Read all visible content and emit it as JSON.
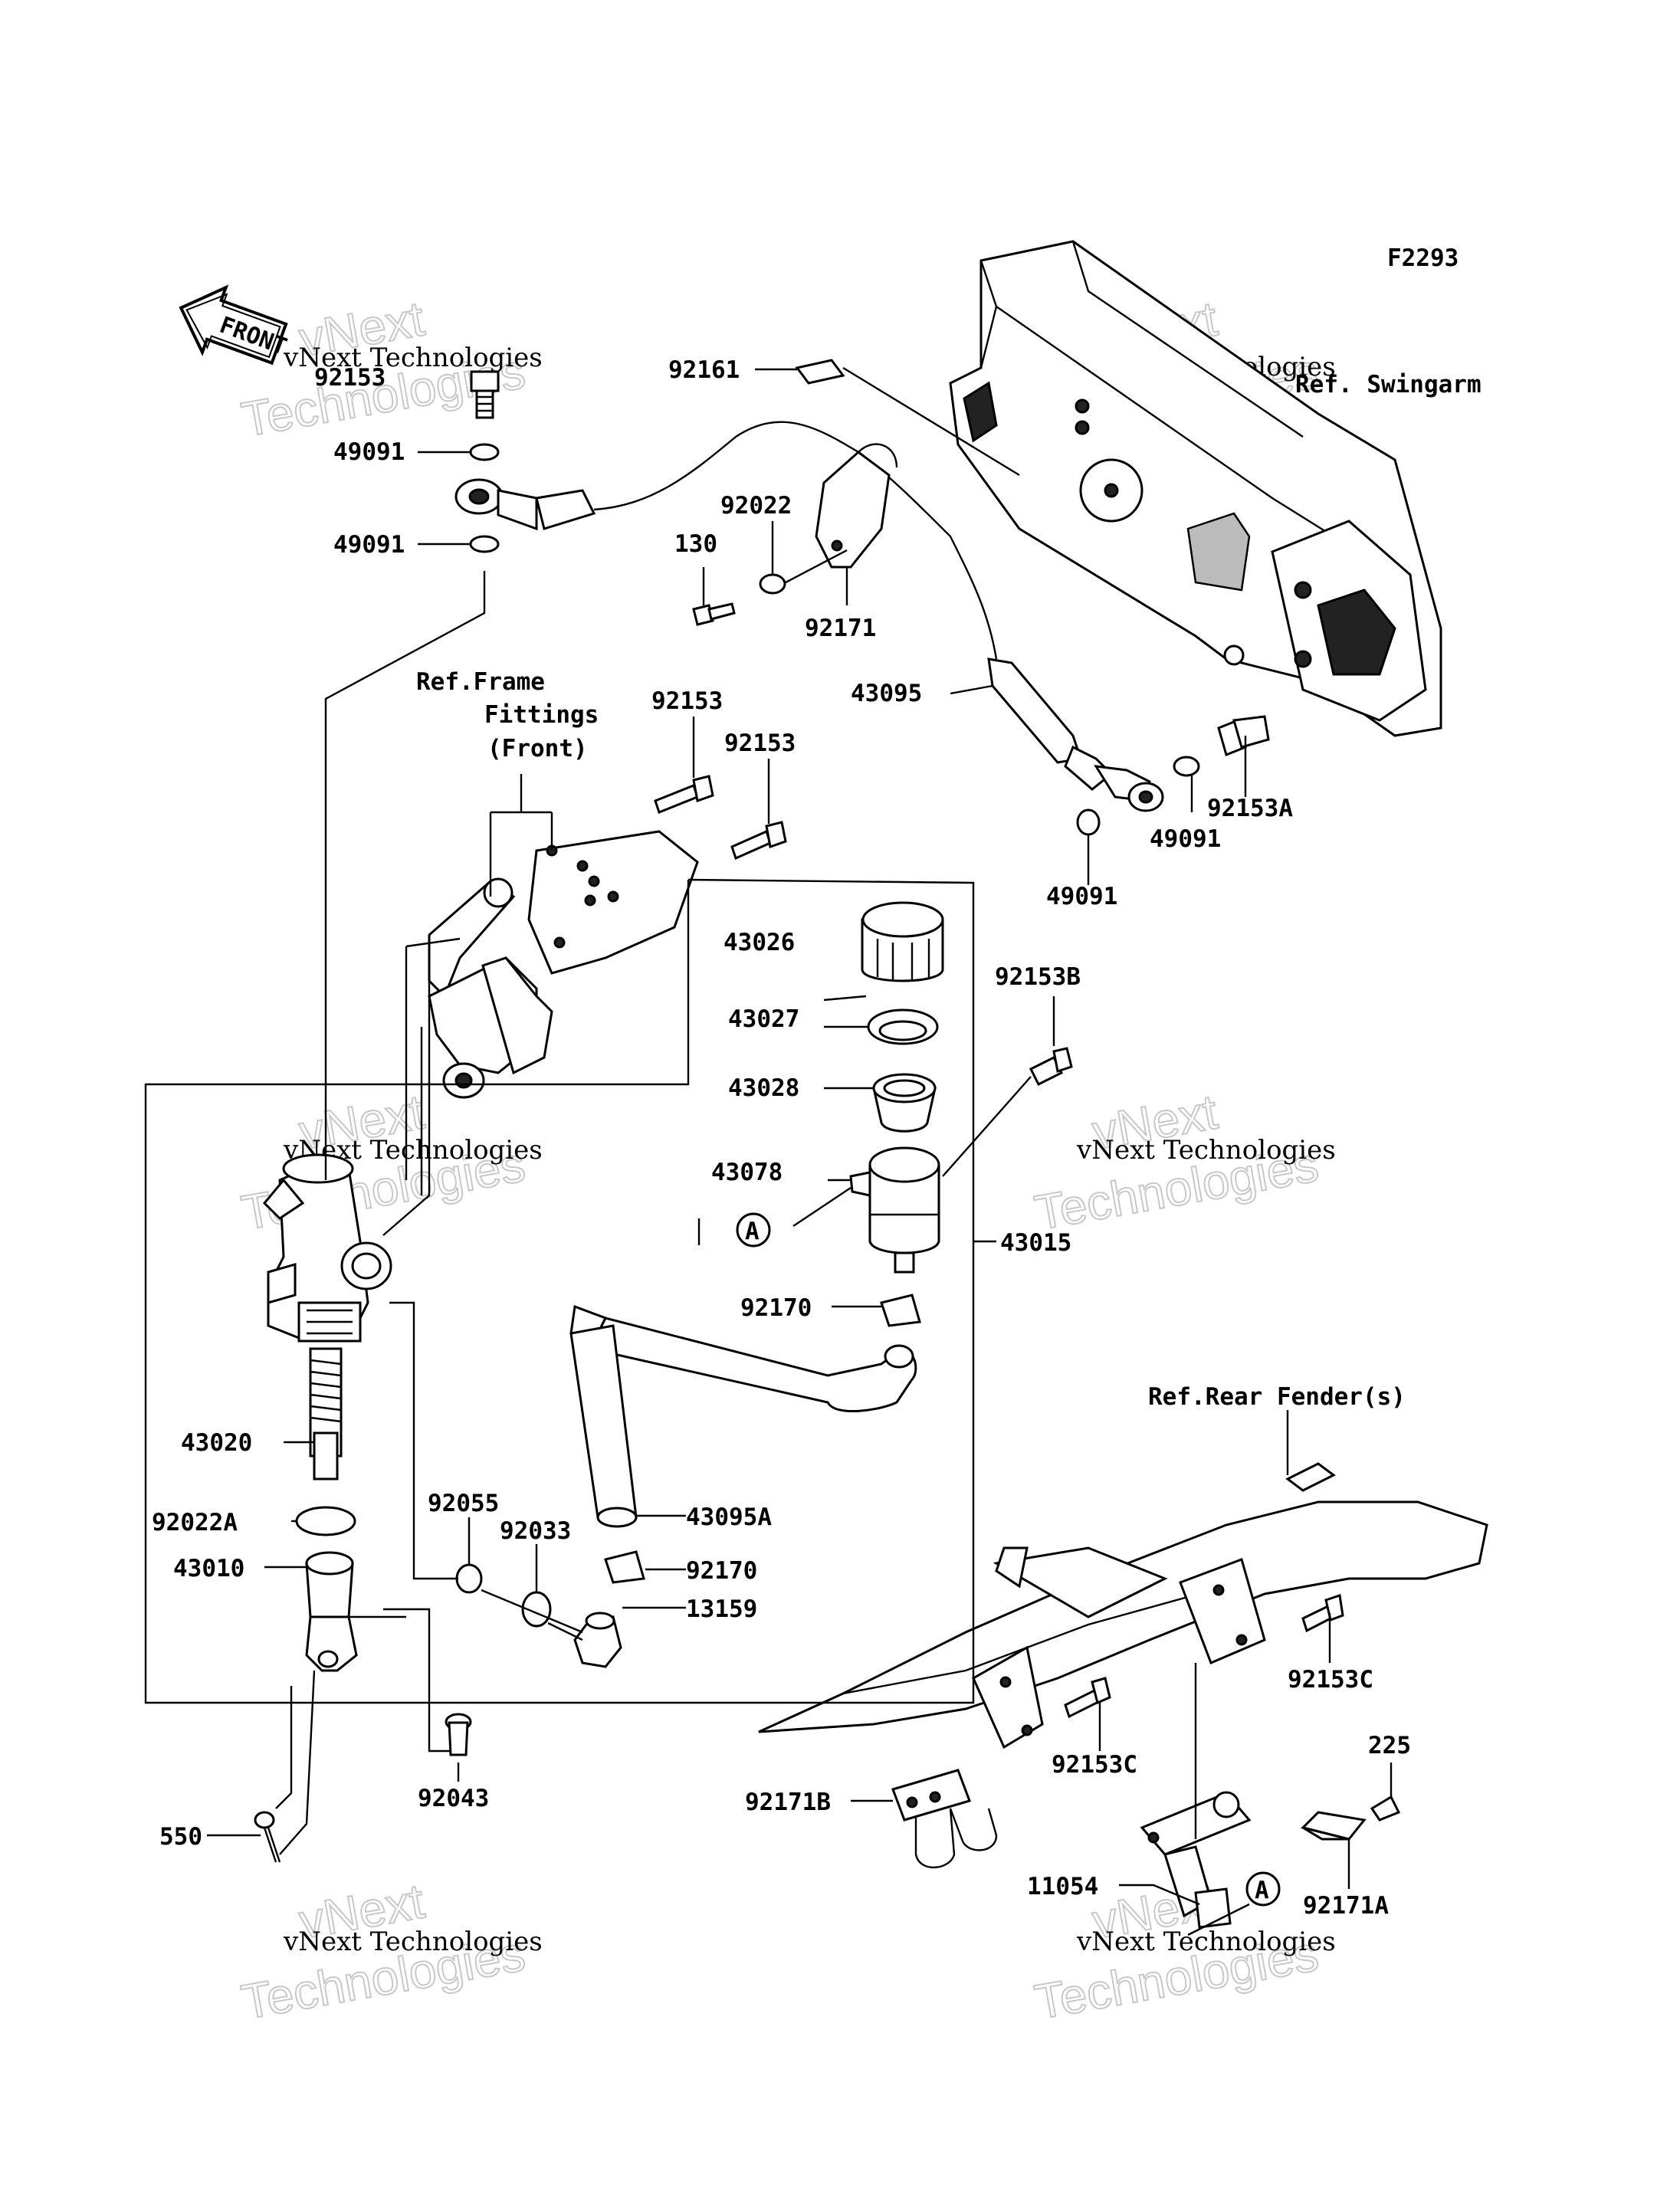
{
  "figure_code": "F2293",
  "front_arrow": "FRONT",
  "refs": {
    "swingarm": "Ref. Swingarm",
    "frame_fittings": [
      "Ref.Frame",
      "Fittings",
      "(Front)"
    ],
    "rear_fender": "Ref.Rear Fender(s)"
  },
  "callout_A": "A",
  "parts": {
    "p92153_top": "92153",
    "p49091_a": "49091",
    "p49091_b": "49091",
    "p92161": "92161",
    "p92022": "92022",
    "p130": "130",
    "p92171": "92171",
    "p43095": "43095",
    "p92153_1": "92153",
    "p92153_2": "92153",
    "p92153A": "92153A",
    "p49091_c": "49091",
    "p49091_d": "49091",
    "p43026": "43026",
    "p43027": "43027",
    "p43028": "43028",
    "p43078": "43078",
    "p92153B": "92153B",
    "p43015": "43015",
    "p92170_a": "92170",
    "p43020": "43020",
    "p92022A": "92022A",
    "p43010": "43010",
    "p92055": "92055",
    "p92033": "92033",
    "p43095A": "43095A",
    "p92170_b": "92170",
    "p13159": "13159",
    "p92043": "92043",
    "p550": "550",
    "p92153C_a": "92153C",
    "p92153C_b": "92153C",
    "p225": "225",
    "p92171B": "92171B",
    "p11054": "11054",
    "p92171A": "92171A"
  },
  "watermark": {
    "line1": "vNext Technologies",
    "line2": "vNext",
    "line3": "Technologies"
  }
}
